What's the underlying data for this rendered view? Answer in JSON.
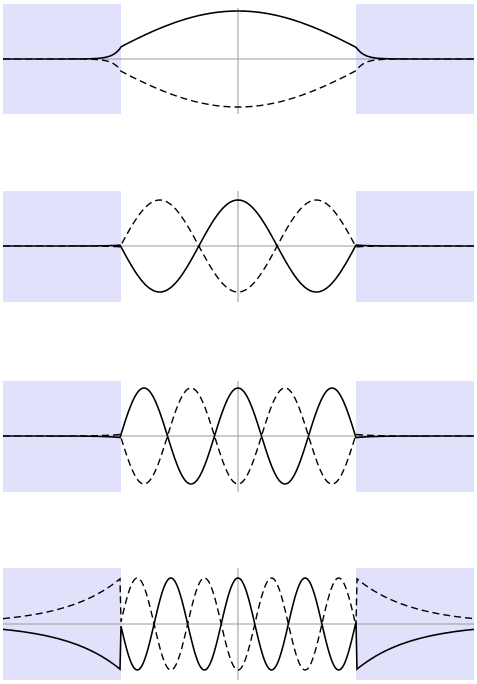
{
  "diagram": {
    "description_visible_text": "",
    "colors": {
      "barrier_fill": "#e1e1fb",
      "axis": "#9a9a9a",
      "curve": "#000000",
      "background": "#ffffff"
    },
    "line_styles": {
      "solid": "solid",
      "dashed": "dashed"
    },
    "panels": [
      {
        "id": "panel-1",
        "oscillation_halfwaves": 1,
        "tail_type": "decaying",
        "solid_sign": 1,
        "dashed_sign": -1
      },
      {
        "id": "panel-2",
        "oscillation_halfwaves": 3,
        "tail_type": "decaying",
        "solid_sign": 1,
        "dashed_sign": -1
      },
      {
        "id": "panel-3",
        "oscillation_halfwaves": 5,
        "tail_type": "decaying",
        "solid_sign": 1,
        "dashed_sign": -1
      },
      {
        "id": "panel-4",
        "oscillation_halfwaves": 7,
        "tail_type": "slow-decaying",
        "solid_sign": 1,
        "dashed_sign": -1
      }
    ]
  }
}
